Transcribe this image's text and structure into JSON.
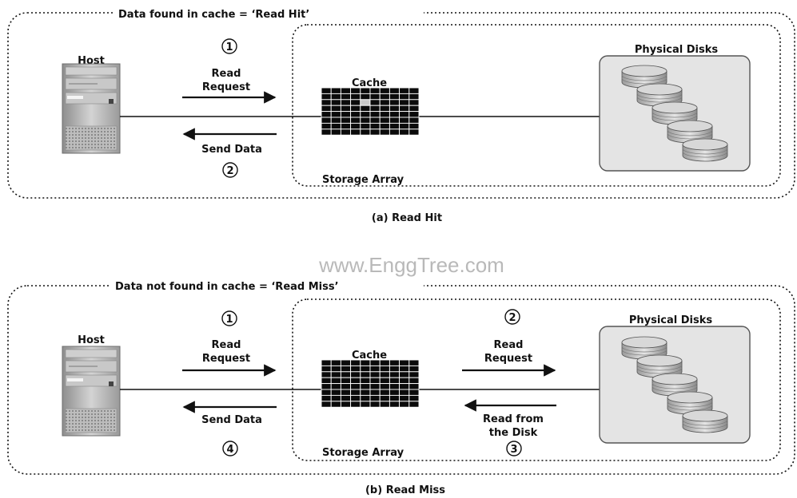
{
  "watermark": "www.EnggTree.com",
  "read_hit": {
    "title": "Data found in cache = ‘Read Hit’",
    "caption": "(a) Read Hit",
    "host_label": "Host",
    "cache_label": "Cache",
    "storage_label": "Storage Array",
    "disks_label": "Physical Disks",
    "step1": "1",
    "step2": "2",
    "read_request_line1": "Read",
    "read_request_line2": "Request",
    "send_data": "Send Data"
  },
  "read_miss": {
    "title": "Data not found in cache = ‘Read Miss’",
    "caption": "(b) Read Miss",
    "host_label": "Host",
    "cache_label": "Cache",
    "storage_label": "Storage Array",
    "disks_label": "Physical Disks",
    "step1": "1",
    "step2": "2",
    "step3": "3",
    "step4": "4",
    "read_request_line1": "Read",
    "read_request_line2": "Request",
    "disk_request_line1": "Read",
    "disk_request_line2": "Request",
    "read_from_disk_line1": "Read from",
    "read_from_disk_line2": "the Disk",
    "send_data": "Send Data"
  }
}
